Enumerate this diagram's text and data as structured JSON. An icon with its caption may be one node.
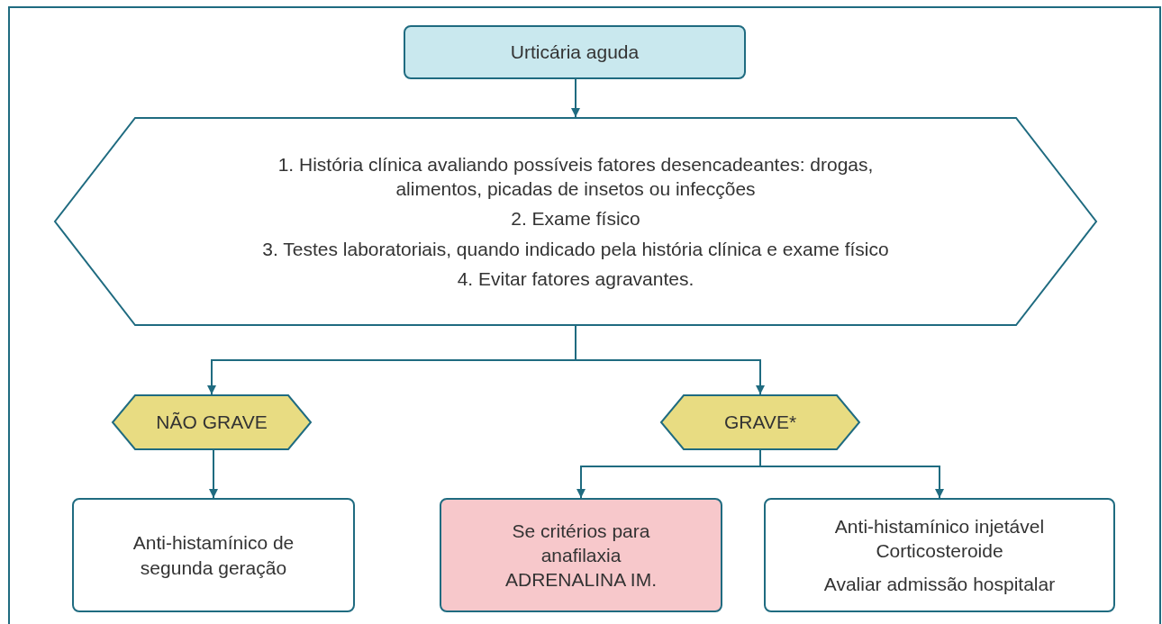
{
  "diagram": {
    "nodes": [
      {
        "text": [
          "Urticária aguda"
        ]
      },
      {
        "text": [
          "1. História clínica avaliando possíveis fatores desencadeantes: drogas, alimentos, picadas de insetos ou infecções",
          "2. Exame físico",
          "3. Testes laboratoriais, quando indicado pela história clínica e exame físico",
          "4. Evitar fatores agravantes."
        ]
      },
      {
        "text": [
          "NÃO GRAVE"
        ]
      },
      {
        "text": [
          "GRAVE*"
        ]
      },
      {
        "text": [
          "Anti-histamínico de segunda geração"
        ]
      },
      {
        "text": [
          "Se critérios para anafilaxia ADRENALINA IM."
        ]
      },
      {
        "text": [
          "Anti-histamínico injetável",
          "Corticosteroide",
          "Avaliar admissão hospitalar"
        ]
      }
    ],
    "edges": [
      {
        "from": 0,
        "to": 1,
        "arrow": "to"
      },
      {
        "from": 1,
        "to": 2,
        "arrow": "to"
      },
      {
        "from": 1,
        "to": 3,
        "arrow": "to"
      },
      {
        "from": 2,
        "to": 4,
        "arrow": "to"
      },
      {
        "from": 3,
        "to": 5,
        "arrow": "to"
      },
      {
        "from": 3,
        "to": 6,
        "arrow": "to"
      }
    ]
  }
}
